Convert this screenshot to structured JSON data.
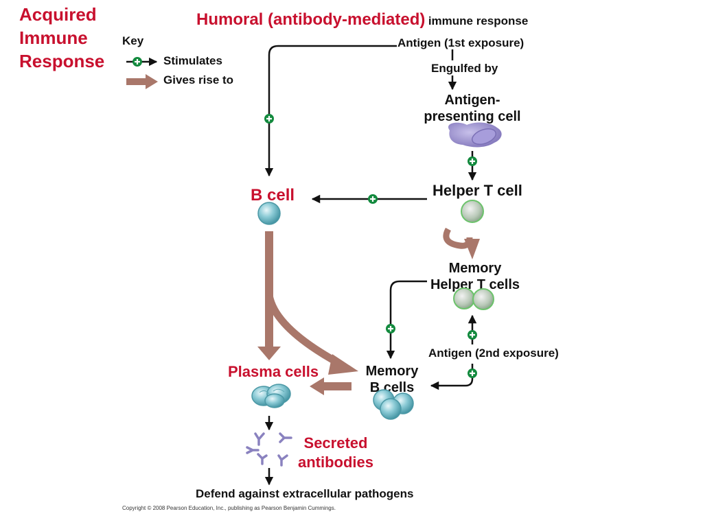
{
  "page_title": [
    "Acquired",
    "Immune",
    "Response"
  ],
  "diagram_title": {
    "emphasis": "Humoral (antibody-mediated)",
    "rest": "immune response"
  },
  "key": {
    "heading": "Key",
    "stimulates": "Stimulates",
    "gives_rise_to": "Gives rise to"
  },
  "nodes": {
    "antigen_1st": "Antigen (1st exposure)",
    "engulfed_by": "Engulfed by",
    "apc": [
      "Antigen-",
      "presenting cell"
    ],
    "helper_t": "Helper T cell",
    "b_cell": "B cell",
    "memory_helper_t": [
      "Memory",
      "Helper T cells"
    ],
    "antigen_2nd": "Antigen (2nd exposure)",
    "memory_b": [
      "Memory",
      "B cells"
    ],
    "plasma": "Plasma cells",
    "antibodies": [
      "Secreted",
      "antibodies"
    ],
    "defend": "Defend against extracellular pathogens"
  },
  "copyright": "Copyright © 2008 Pearson Education, Inc., publishing as Pearson Benjamin Cummings.",
  "colors": {
    "title_red": "#c8102e",
    "gives_rise_arrow": "#a9776a",
    "stimulate_green": "#138a3e",
    "apc_purple": "#9a8fcf",
    "b_cell_teal": "#7cc4cf",
    "helper_t_green": "#88cf86",
    "antibody_purple": "#8a82bf"
  },
  "icons": [
    "plus-circle-icon",
    "arrow-icon",
    "cell-icon",
    "antibody-icon"
  ]
}
